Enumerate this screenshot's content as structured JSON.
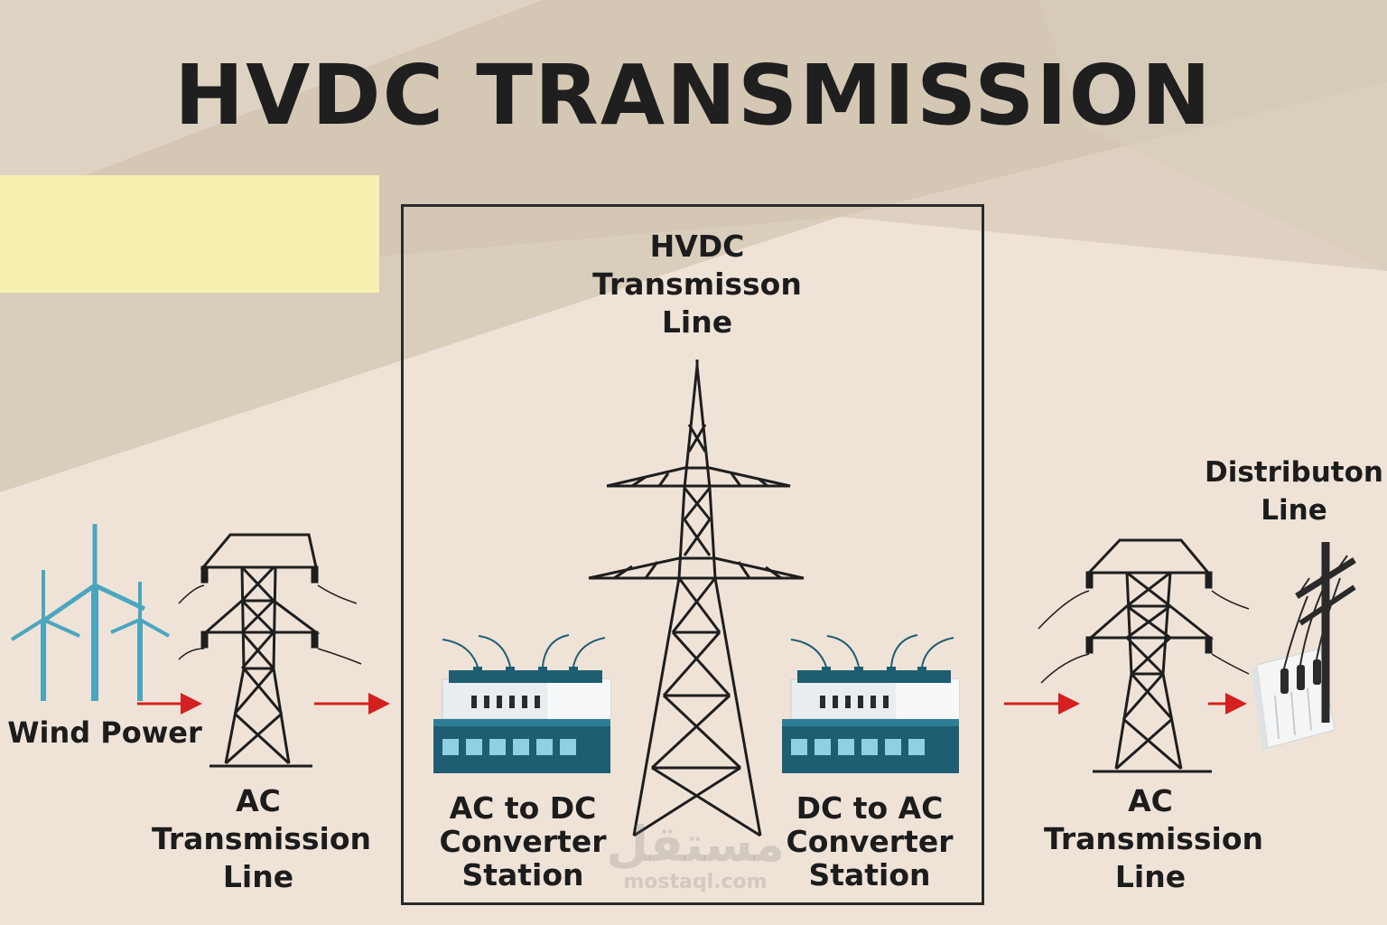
{
  "title": "HVDC TRANSMISSION",
  "labels": {
    "wind_power": "Wind Power",
    "ac_line_left": [
      "AC",
      "Transmission",
      "Line"
    ],
    "hvdc_line": [
      "HVDC",
      "Transmisson",
      "Line"
    ],
    "ac_to_dc": [
      "AC to DC",
      "Converter",
      "Station"
    ],
    "dc_to_ac": [
      "DC to AC",
      "Converter",
      "Station"
    ],
    "ac_line_right": [
      "AC",
      "Transmission",
      "Line"
    ],
    "distribution": [
      "Distributon",
      "Line"
    ]
  },
  "watermark": {
    "arabic": "مستقل",
    "latin": "mostaql.com"
  },
  "colors": {
    "background": "#efe3d8",
    "band": "#d8cbb9",
    "highlight": "#f6f0b1",
    "tower": "#1e1e1e",
    "arrow": "#d42020",
    "turbine": "#4aa6bf",
    "station_roof": "#1f5e72",
    "station_body": "#e9eef1"
  }
}
